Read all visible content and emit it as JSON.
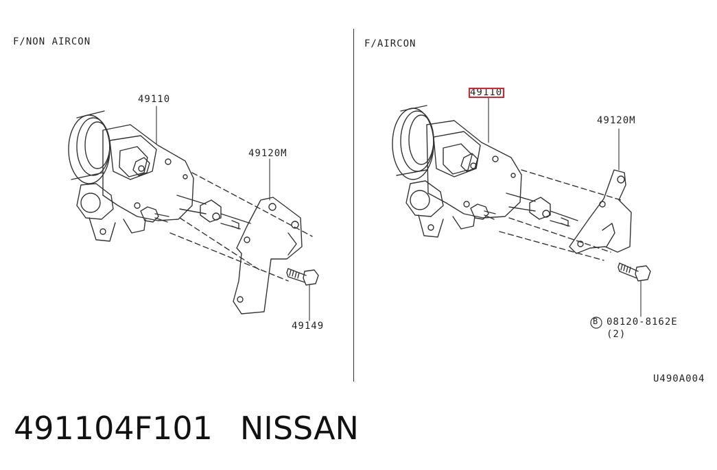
{
  "left_panel": {
    "heading": "F/NON AIRCON",
    "callouts": {
      "pump": "49110",
      "bracket": "49120M",
      "bolt": "49149"
    }
  },
  "right_panel": {
    "heading": "F/AIRCON",
    "callouts": {
      "pump": "49110",
      "bracket": "49120M",
      "bolt": "08120-8162E",
      "bolt_qty": "(2)",
      "bolt_marker": "B"
    }
  },
  "diagram_code": "U490A004",
  "footer": {
    "part_number": "491104F101",
    "brand": "NISSAN"
  },
  "highlight_color": "#e0202a"
}
